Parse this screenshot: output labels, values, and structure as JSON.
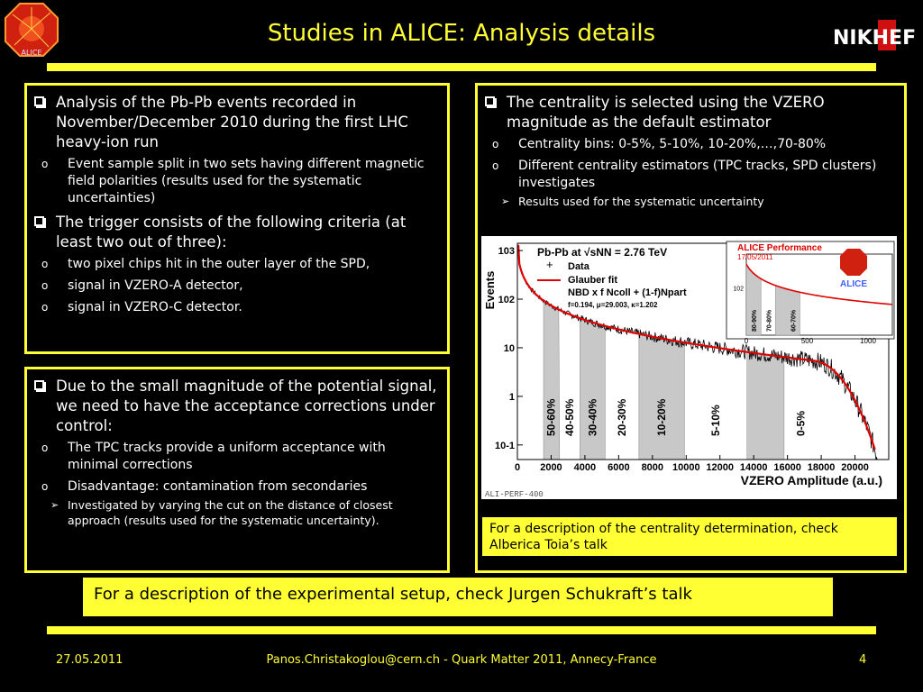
{
  "title": "Studies in ALICE: Analysis details",
  "logos": {
    "right_text": "NIKHEF",
    "alice_word": "ALICE"
  },
  "left_top": {
    "items": [
      {
        "text": "Analysis of the Pb-Pb events recorded in November/December 2010 during the first LHC heavy-ion run",
        "sub": [
          "Event sample split in two sets having different magnetic field polarities (results used for the systematic uncertainties)"
        ]
      },
      {
        "text": "The trigger consists of the following criteria (at least two out of three):",
        "sub": [
          "two pixel chips hit in the outer layer of the SPD,",
          "signal in VZERO-A detector,",
          "signal in VZERO-C detector."
        ]
      }
    ]
  },
  "left_bottom": {
    "text": "Due to the small magnitude of the potential signal, we need to have the acceptance corrections under control:",
    "sub": [
      "The TPC tracks provide a uniform acceptance with minimal corrections",
      "Disadvantage: contamination from secondaries"
    ],
    "sub_sub": "Investigated by varying the cut on the distance of closest approach (results used for the systematic uncertainty)."
  },
  "right": {
    "text": "The centrality is selected using the VZERO magnitude as the default estimator",
    "sub": [
      "Centrality bins: 0-5%, 5-10%, 10-20%,…,70-80%",
      "Different centrality estimators (TPC tracks, SPD clusters) investigates"
    ],
    "sub_sub": "Results used for the systematic uncertainty",
    "note": "For a description of the centrality determination, check Alberica Toia’s talk"
  },
  "bottom_note": "For a description of the experimental setup, check Jurgen Schukraft’s talk",
  "footer": {
    "date": "27.05.2011",
    "author": "Panos.Christakoglou@cern.ch - Quark Matter 2011, Annecy-France",
    "page": "4"
  },
  "figure": {
    "ylabel": "Events",
    "xlabel": "VZERO Amplitude (a.u.)",
    "legend_title": "Pb-Pb at √sNN = 2.76 TeV",
    "legend_data": "Data",
    "legend_fit": "Glauber fit",
    "legend_model": "NBD x f Ncoll + (1-f)Npart",
    "legend_params": "f=0.194, μ=29.003, κ=1.202",
    "perf_label": "ALICE Performance",
    "perf_date": "17/05/2011",
    "perf_id": "ALI-PERF-400",
    "xticks": [
      "0",
      "2000",
      "4000",
      "6000",
      "8000",
      "10000",
      "12000",
      "14000",
      "16000",
      "18000",
      "20000"
    ],
    "yticks": [
      "10-1",
      "1",
      "10",
      "102",
      "103"
    ],
    "bins": [
      "50-60%",
      "40-50%",
      "30-40%",
      "20-30%",
      "10-20%",
      "5-10%",
      "0-5%"
    ],
    "inset_bins": [
      "80-90%",
      "70-80%",
      "60-70%"
    ],
    "inset_xticks": [
      "0",
      "500",
      "1000"
    ],
    "colors": {
      "fit": "#e00000",
      "shade": "#c8c8c8",
      "accent": "#ffff33"
    }
  }
}
